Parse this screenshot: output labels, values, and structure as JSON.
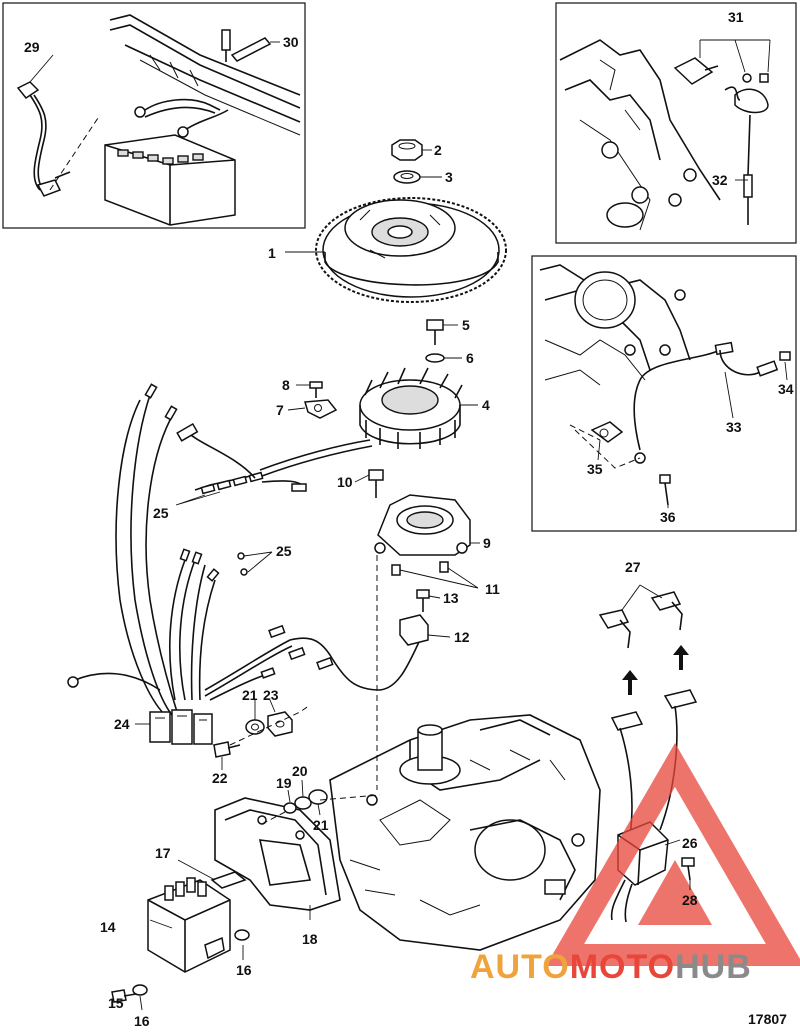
{
  "figure_number": "17807",
  "watermark": {
    "part1": "AUTO",
    "part2": "MOTO",
    "part3": "HUB",
    "color_red": "#e8463a",
    "color_orange": "#f1a33b",
    "color_gray": "#8a8a8a"
  },
  "callouts": [
    "1",
    "2",
    "3",
    "4",
    "5",
    "6",
    "7",
    "8",
    "9",
    "10",
    "11",
    "12",
    "13",
    "14",
    "15",
    "16",
    "16",
    "17",
    "18",
    "19",
    "20",
    "21",
    "21",
    "22",
    "23",
    "24",
    "25",
    "25",
    "26",
    "27",
    "28",
    "29",
    "30",
    "31",
    "32",
    "33",
    "34",
    "35",
    "36"
  ]
}
